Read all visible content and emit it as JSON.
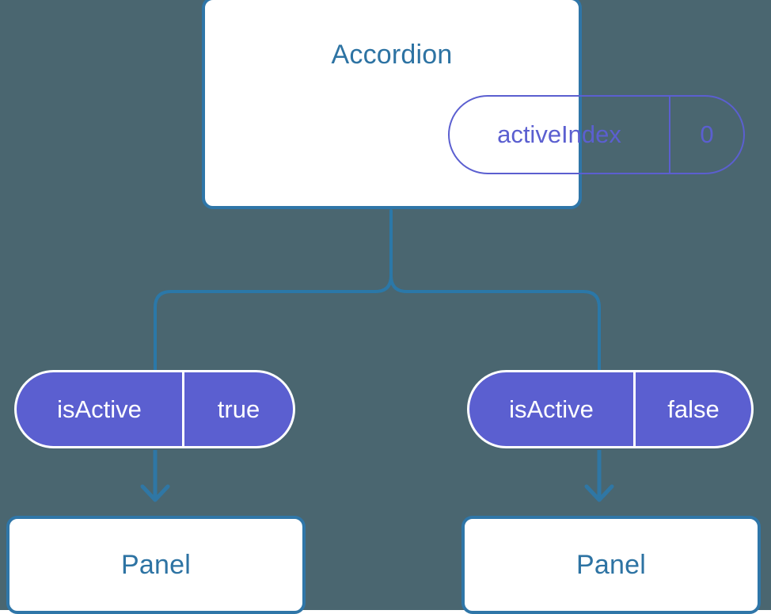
{
  "theme": {
    "background": "#4a6670",
    "card_border": "#2f76a8",
    "card_fill": "#ffffff",
    "title_text": "#2d73a3",
    "accent_indigo": "#5b5fd0",
    "pill_text_on_fill": "#ffffff",
    "edge_stroke": "#2b78a8",
    "arrow_stroke": "#2f77a5"
  },
  "diagram": {
    "type": "component-tree",
    "root": {
      "name": "accordion-card",
      "title": "Accordion",
      "state_pill": {
        "key": "activeIndex",
        "value": "0",
        "style": "outlined"
      }
    },
    "branches": [
      {
        "name": "branch-left",
        "prop_pill": {
          "key": "isActive",
          "value": "true",
          "style": "filled"
        },
        "child": {
          "name": "panel-card-left",
          "title": "Panel"
        }
      },
      {
        "name": "branch-right",
        "prop_pill": {
          "key": "isActive",
          "value": "false",
          "style": "filled"
        },
        "child": {
          "name": "panel-card-right",
          "title": "Panel"
        }
      }
    ]
  }
}
